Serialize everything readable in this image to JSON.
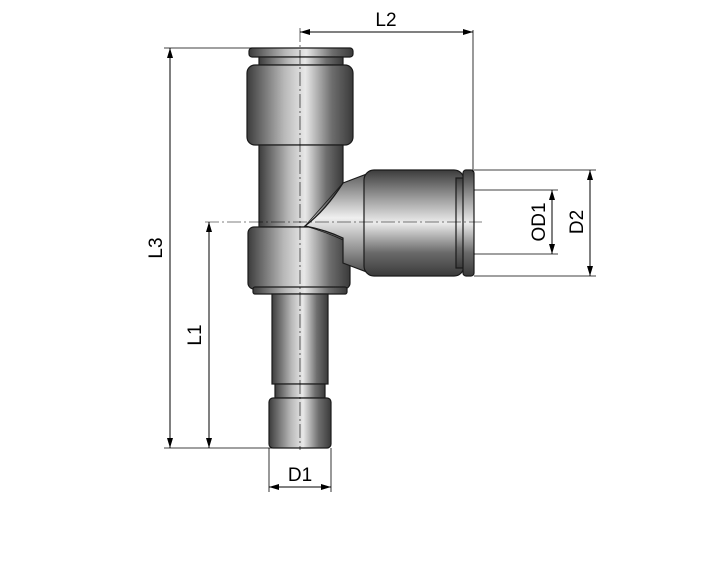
{
  "dimensions": {
    "l1": "L1",
    "l2": "L2",
    "l3": "L3",
    "d1": "D1",
    "d2": "D2",
    "od1": "OD1"
  },
  "colors": {
    "metal_dark": "#4a4a4a",
    "metal_mid": "#8a8a8a",
    "metal_light": "#e6e6e6",
    "ink": "#000000"
  }
}
